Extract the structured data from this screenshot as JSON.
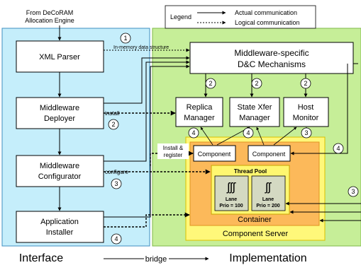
{
  "source_label_line1": "From DeCoRAM",
  "source_label_line2": "Allocation Engine",
  "legend": {
    "title": "Legend",
    "actual": "Actual communication",
    "logical": "Logical communication"
  },
  "left_boxes": {
    "xml_parser": "XML Parser",
    "deployer_line1": "Middleware",
    "deployer_line2": "Deployer",
    "configurator_line1": "Middleware",
    "configurator_line2": "Configurator",
    "installer_line1": "Application",
    "installer_line2": "Installer"
  },
  "dc_mechanisms_line1": "Middleware-specific",
  "dc_mechanisms_line2": "D&C Mechanisms",
  "managers": {
    "replica_line1": "Replica",
    "replica_line2": "Manager",
    "state_line1": "State Xfer",
    "state_line2": "Manager",
    "host_line1": "Host",
    "host_line2": "Monitor"
  },
  "edge_labels": {
    "in_memory": "In-memory data structure",
    "install": "install",
    "install_register_line1": "Install &",
    "install_register_line2": "register",
    "configure": "configure"
  },
  "components": {
    "component1": "Component",
    "component2": "Component"
  },
  "thread_pool": "Thread Pool",
  "lanes": [
    {
      "label": "Lane",
      "prio": "Prio = 100"
    },
    {
      "label": "Lane",
      "prio": "Prio = 200"
    }
  ],
  "container": "Container",
  "component_server": "Component Server",
  "step_numbers": {
    "s1": "1",
    "s2": "2",
    "s3": "3",
    "s4": "4"
  },
  "bottom": {
    "interface": "Interface",
    "bridge": "bridge",
    "implementation": "Implementation"
  },
  "colors": {
    "interface_panel": "#c5eefb",
    "implementation_panel": "#c6ee98",
    "component_server": "#fff87a",
    "container": "#fcb95a",
    "thread_pool": "#fff770",
    "lane": "#d4d9c2"
  }
}
